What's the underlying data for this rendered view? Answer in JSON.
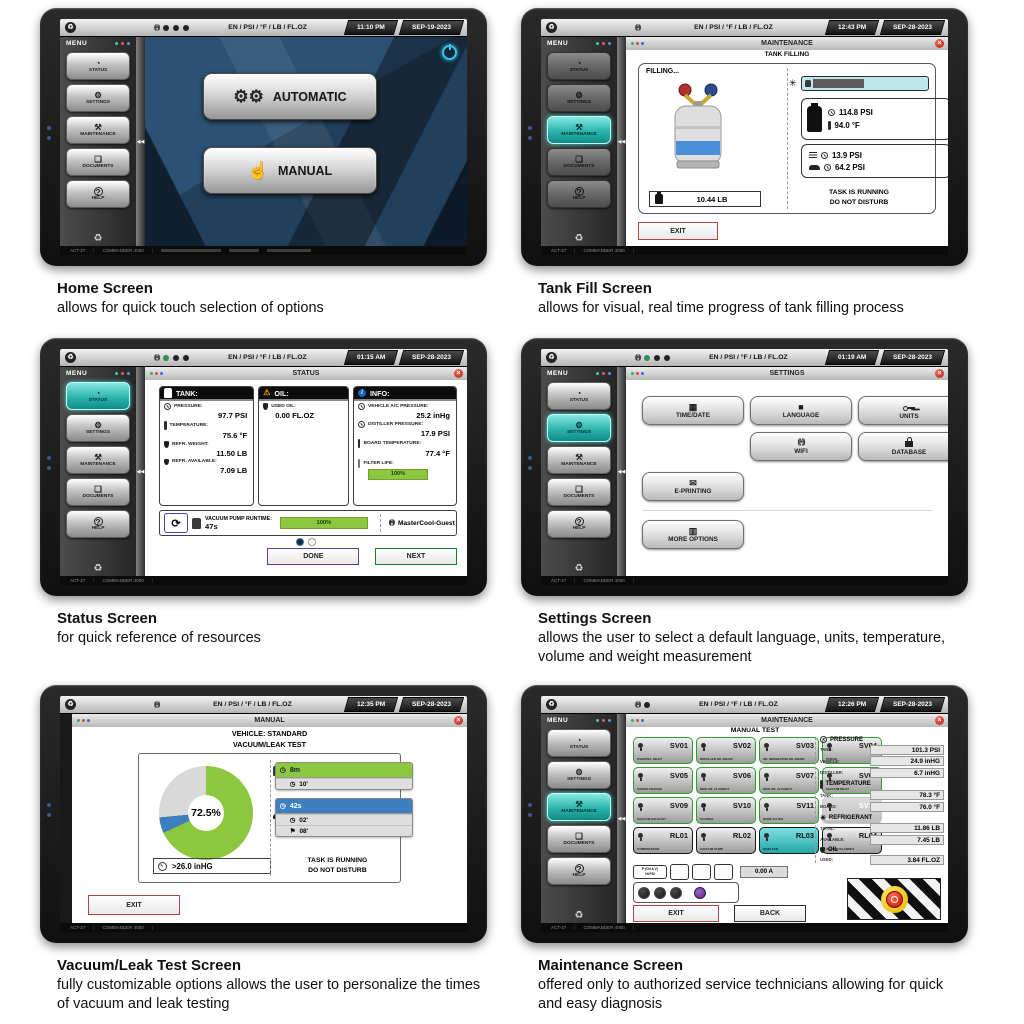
{
  "icons": {
    "recycle": "♻",
    "wifi": "((•))",
    "gear": "⚙",
    "gears": "⚙⚙",
    "hand": "☝",
    "tools": "⚒",
    "document": "❏",
    "status_gauge": "◔",
    "help": "?",
    "close": "×",
    "warning": "⚠",
    "info": "i",
    "refresh": "⟳",
    "fan": "✳",
    "stopwatch": "◷",
    "flag": "⚑",
    "calendar": "▦",
    "language_square": "■",
    "mail": "✉",
    "more_grid": "▥",
    "collapse_arrows": "◀◀"
  },
  "common": {
    "units_label": "EN / PSI / °F / LB / FL.OZ",
    "menu_label": "MENU",
    "sidebar": [
      {
        "label": "STATUS",
        "icon": "status_gauge"
      },
      {
        "label": "SETTINGS",
        "icon": "gear"
      },
      {
        "label": "MAINTENANCE",
        "icon": "tools"
      },
      {
        "label": "DOCUMENTS",
        "icon": "document"
      },
      {
        "label": "HELP",
        "icon": "help"
      }
    ],
    "footer_left": "ACT-27",
    "footer_mid": "COMMANDER 4000",
    "colors": {
      "accent_teal": "#2cb4ad",
      "green": "#8dc63f",
      "blue": "#3d7ebf",
      "red_close": "#c11d10"
    }
  },
  "captions": [
    {
      "title": "Home Screen",
      "desc": "allows for quick touch selection of options"
    },
    {
      "title": "Tank Fill Screen",
      "desc": "allows for visual, real time progress of tank filling process"
    },
    {
      "title": "Status Screen",
      "desc": "for quick reference of resources"
    },
    {
      "title": "Settings Screen",
      "desc": "allows the user to select a default language, units, temperature, volume and weight measurement"
    },
    {
      "title": "Vacuum/Leak Test Screen",
      "desc": "fully customizable options allows the user to personalize the times of vacuum and leak testing"
    },
    {
      "title": "Maintenance Screen",
      "desc": "offered only to authorized service technicians allowing for quick and easy diagnosis"
    }
  ],
  "screens": {
    "home": {
      "time": "11:10 PM",
      "date": "SEP-19-2023",
      "automatic": "AUTOMATIC",
      "manual": "MANUAL"
    },
    "tank_fill": {
      "time": "12:43 PM",
      "date": "SEP-28-2023",
      "window_title": "MAINTENANCE",
      "heading": "TANK FILLING",
      "filling_label": "FILLING...",
      "tank_pressure": "114.8 PSI",
      "tank_temperature": "94.0 °F",
      "distiller_pressure": "13.9 PSI",
      "vehicle_pressure": "64.2 PSI",
      "tank_weight": "10.44 LB",
      "task_line1": "TASK IS RUNNING",
      "task_line2": "DO NOT DISTURB",
      "exit_label": "EXIT"
    },
    "status": {
      "time": "01:15 AM",
      "date": "SEP-28-2023",
      "window_title": "STATUS",
      "tank": {
        "title": "TANK:",
        "rows": [
          {
            "label": "PRESSURE:",
            "value": "97.7 PSI"
          },
          {
            "label": "TEMPERATURE:",
            "value": "75.6 °F"
          },
          {
            "label": "REFR. WEIGHT:",
            "value": "11.50 LB"
          },
          {
            "label": "REFR. AVAILABLE:",
            "value": "7.09 LB"
          }
        ]
      },
      "oil": {
        "title": "OIL:",
        "rows": [
          {
            "label": "USED OIL:",
            "value": "0.00 FL.OZ"
          }
        ]
      },
      "info": {
        "title": "INFO:",
        "rows": [
          {
            "label": "VEHICLE A/C PRESSURE:",
            "value": "25.2 inHg"
          },
          {
            "label": "DISTILLER PRESSURE:",
            "value": "17.9 PSI"
          },
          {
            "label": "BOARD TEMPERATURE:",
            "value": "77.4 °F"
          }
        ],
        "filter_label": "FILTER LIFE:",
        "filter_value": "100%"
      },
      "runtime_label": "VACUUM PUMP RUNTIME:",
      "runtime_value": "47s",
      "runtime_pct": "100%",
      "wifi_name": "MasterCool-Guest",
      "done_label": "DONE",
      "next_label": "NEXT"
    },
    "settings": {
      "time": "01:19 AM",
      "date": "SEP-28-2023",
      "window_title": "SETTINGS",
      "buttons": [
        "TIME/DATE",
        "LANGUAGE",
        "UNITS",
        "WIFI",
        "DATABASE",
        "E-PRINTING",
        "MORE OPTIONS"
      ]
    },
    "vacuum": {
      "time": "12:35 PM",
      "date": "SEP-28-2023",
      "window_title": "MANUAL",
      "vehicle_line": "VEHICLE: STANDARD",
      "test_line": "VACUUM/LEAK TEST",
      "percent": "72.5%",
      "gauge_reading": ">26.0 inHG",
      "vacuum_elapsed": "8m",
      "vacuum_set": "10'",
      "leak_elapsed": "42s",
      "leak_set1": "02'",
      "leak_set2": "08'",
      "task_line1": "TASK IS RUNNING",
      "task_line2": "DO NOT DISTURB",
      "exit_label": "EXIT",
      "chart": {
        "type": "donut",
        "segments": [
          {
            "name": "vacuum-progress",
            "color": "#8dc63f",
            "pct": 68
          },
          {
            "name": "leak-test",
            "color": "#3d7ebf",
            "pct": 5.5
          },
          {
            "name": "remaining",
            "color": "#d9d9d9",
            "pct": 26.5
          }
        ],
        "center_label": "72.5%"
      }
    },
    "maintenance": {
      "time": "12:26 PM",
      "date": "SEP-28-2023",
      "window_title": "MAINTENANCE",
      "heading": "MANUAL TEST",
      "valves": [
        {
          "id": "SV01",
          "sub": "OVERFILL INLET",
          "state": "sv"
        },
        {
          "id": "SV02",
          "sub": "DISTILLER OIL DRAIN",
          "state": "sv"
        },
        {
          "id": "SV03",
          "sub": "OIL SEPARATOR OIL DRAIN",
          "state": "sv"
        },
        {
          "id": "SV04",
          "sub": "PURGE",
          "state": "sv"
        },
        {
          "id": "SV05",
          "sub": "VAPOR CHARGE",
          "state": "sv"
        },
        {
          "id": "SV06",
          "sub": "NEW OIL #1 INJECT",
          "state": "sv"
        },
        {
          "id": "SV07",
          "sub": "NEW OIL #2 INJECT",
          "state": "sv"
        },
        {
          "id": "SV08",
          "sub": "VACUUM INLET",
          "state": "sv"
        },
        {
          "id": "SV09",
          "sub": "VACUUM EXHAUST",
          "state": "sv"
        },
        {
          "id": "SV10",
          "sub": "CHARGE",
          "state": "sv"
        },
        {
          "id": "SV11",
          "sub": "HOSE FLUSH",
          "state": "sv"
        },
        {
          "id": "SV12",
          "sub": "IDENTIFIER",
          "state": "sv-disabled"
        },
        {
          "id": "RL01",
          "sub": "COMPRESSOR",
          "state": "rl"
        },
        {
          "id": "RL02",
          "sub": "VACUUM PUMP",
          "state": "rl"
        },
        {
          "id": "RL03",
          "sub": "MAIN FAN",
          "state": "rl-active"
        },
        {
          "id": "RL04",
          "sub": "HEATER BLANKET",
          "state": "rl"
        }
      ],
      "readouts": [
        {
          "title": "PRESSURE",
          "icon": "gauge",
          "rows": [
            {
              "label": "TANK:",
              "value": "101.3 PSI"
            },
            {
              "label": "VEHICLE:",
              "value": "24.9 inHG"
            },
            {
              "label": "DISTILLER:",
              "value": "6.7 inHG"
            }
          ]
        },
        {
          "title": "TEMPERATURE",
          "icon": "thermo",
          "rows": [
            {
              "label": "TANK:",
              "value": "78.3 °F"
            },
            {
              "label": "BOARD:",
              "value": "76.0 °F"
            }
          ]
        },
        {
          "title": "REFRIGERANT",
          "icon": "fan",
          "rows": [
            {
              "label": "TOTAL:",
              "value": "11.86 LB"
            },
            {
              "label": "AVAILABLE:",
              "value": "7.45 LB"
            }
          ]
        },
        {
          "title": "OIL",
          "icon": "drop",
          "rows": [
            {
              "label": "USED:",
              "value": "3.84 FL.OZ"
            }
          ]
        }
      ],
      "probe_line1": "P (CH A V)",
      "probe_line2": "HI PSI",
      "amp_reading": "0.00 A",
      "exit_label": "EXIT",
      "back_label": "BACK"
    }
  }
}
